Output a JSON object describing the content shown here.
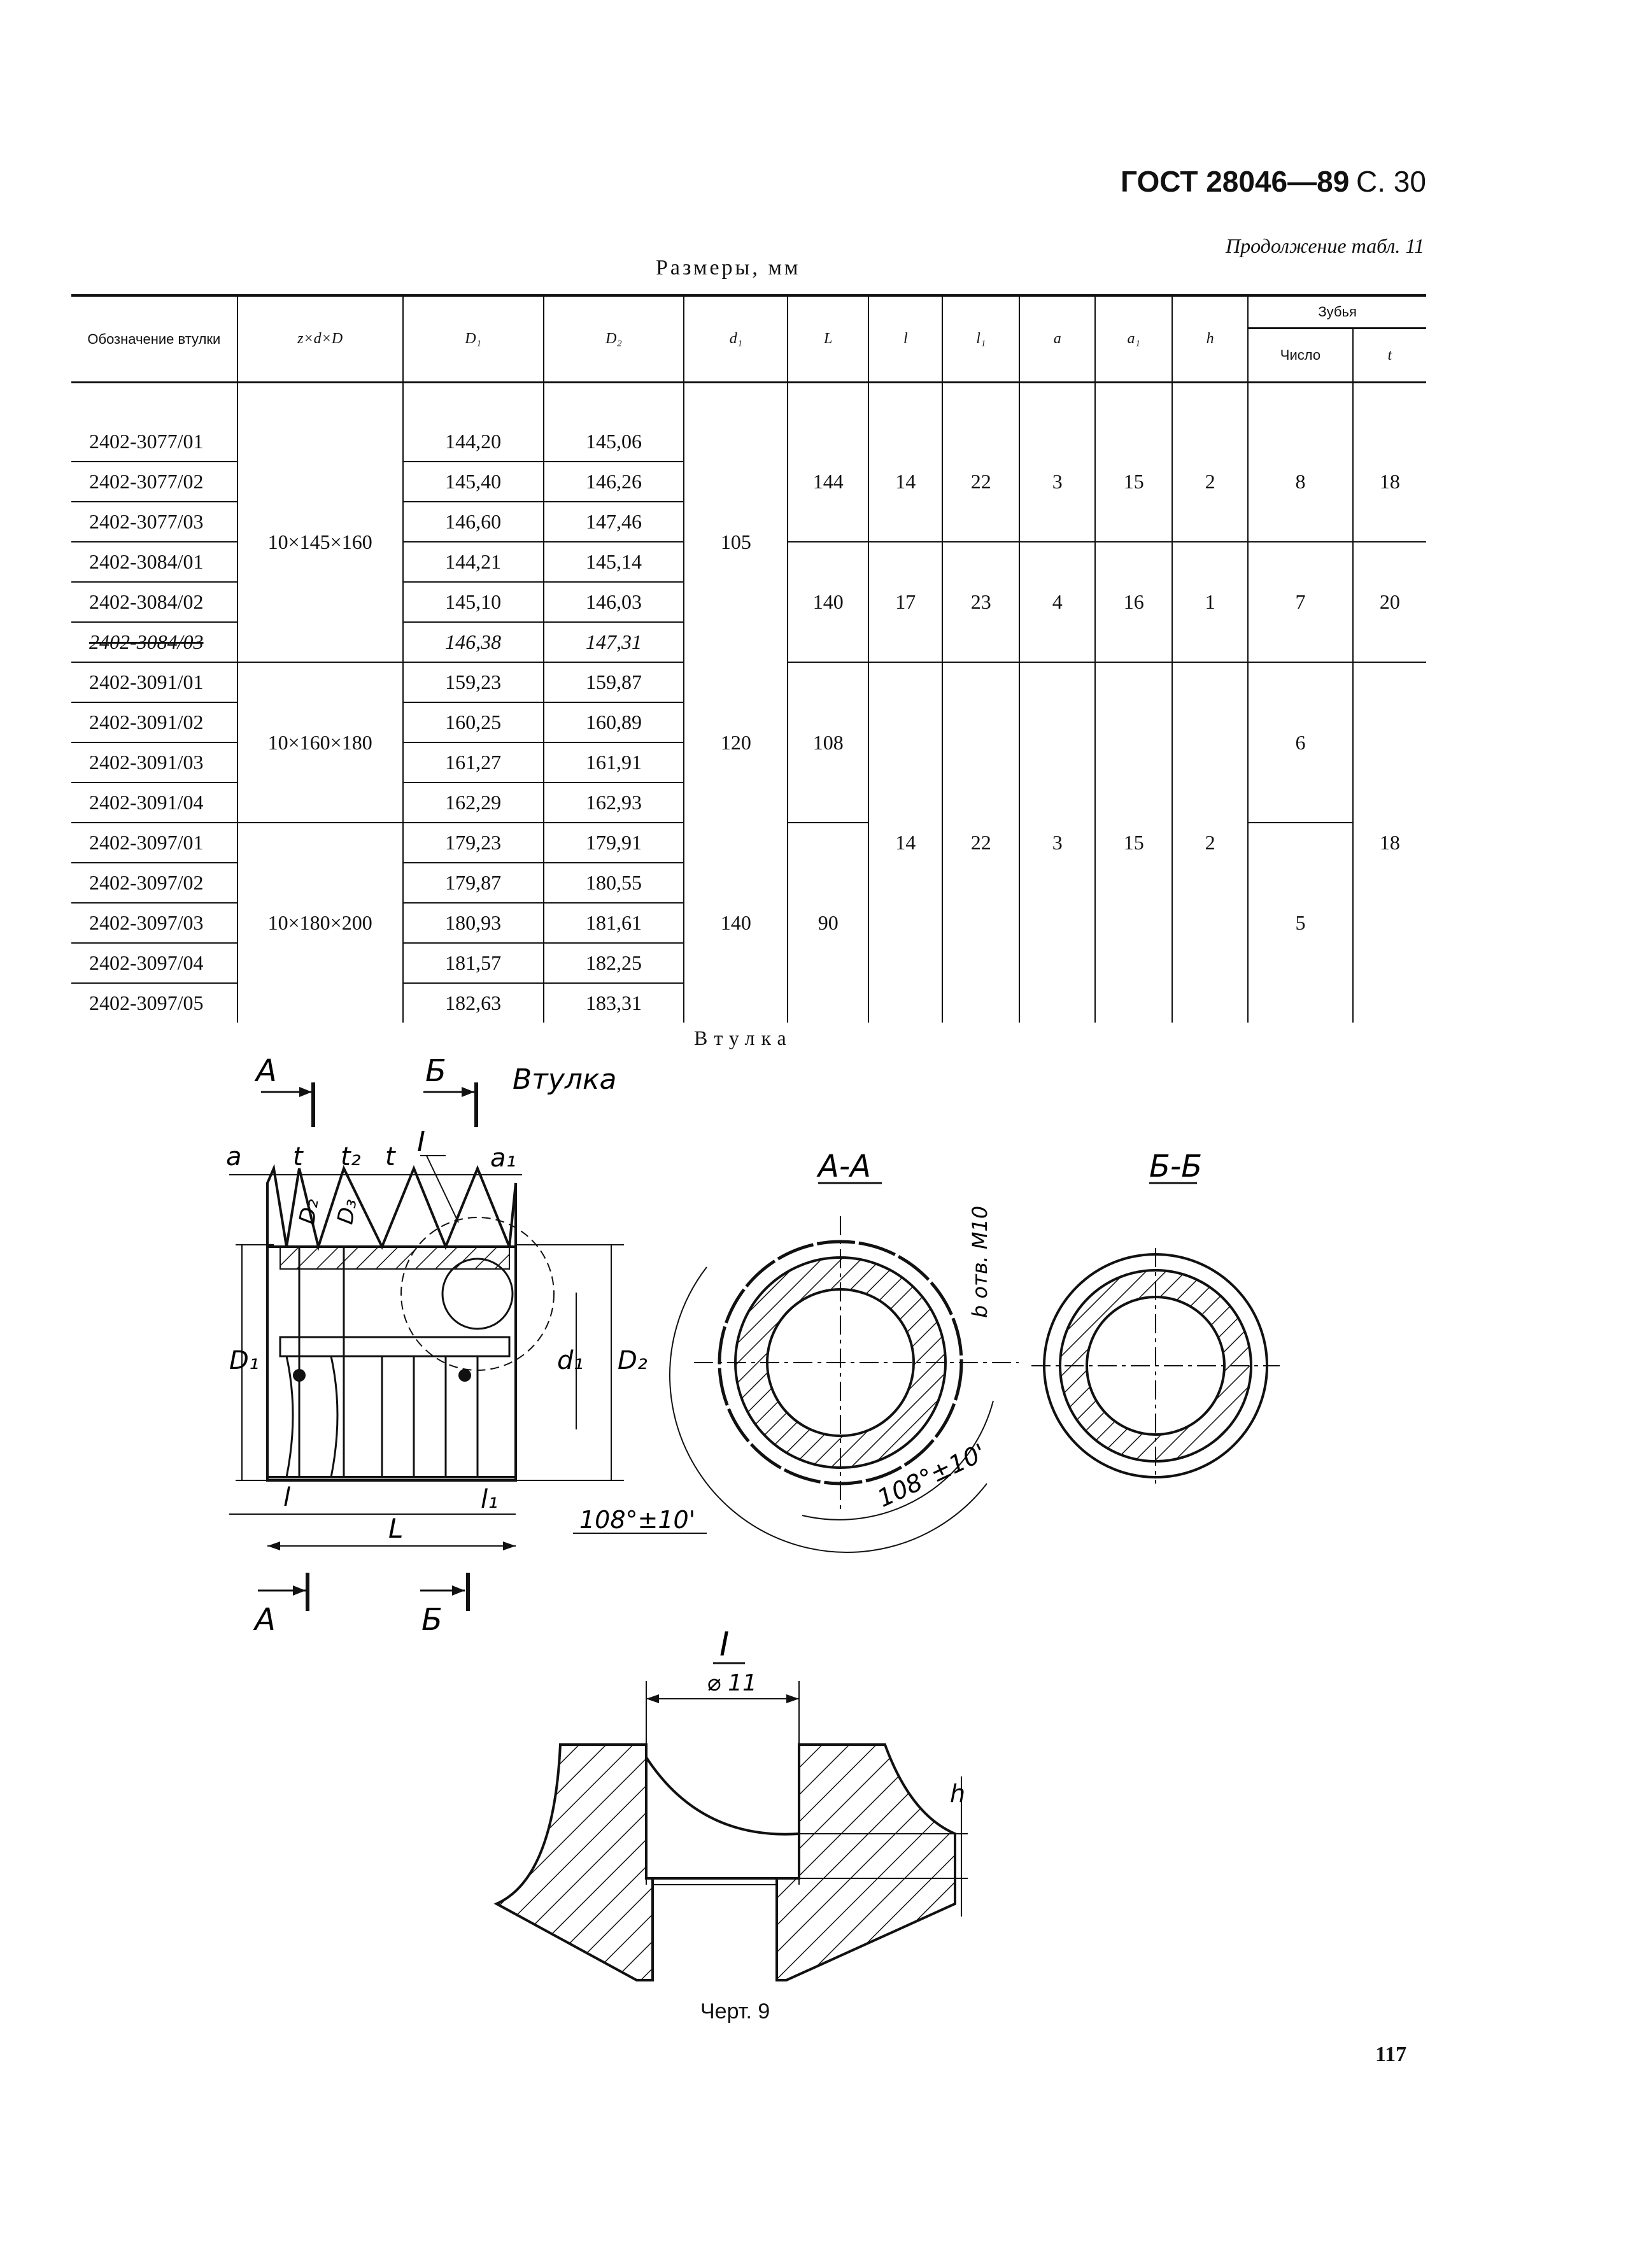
{
  "header": {
    "standard": "ГОСТ 28046—89",
    "page_ref": "С. 30",
    "continuation": "Продолжение табл. 11",
    "units": "Размеры, мм"
  },
  "table": {
    "columns": {
      "designation": "Обозначение втулки",
      "zdD": "z×d×D",
      "D1": "D₁",
      "D2": "D₂",
      "d1": "d₁",
      "L": "L",
      "l": "l",
      "l1": "l₁",
      "a": "a",
      "a1": "a₁",
      "h": "h",
      "teeth": "Зубья",
      "teeth_count": "Число",
      "t": "t"
    },
    "rows": [
      {
        "code": "2402-3077/01",
        "D1": "144,20",
        "D2": "145,06"
      },
      {
        "code": "2402-3077/02",
        "D1": "145,40",
        "D2": "146,26"
      },
      {
        "code": "2402-3077/03",
        "D1": "146,60",
        "D2": "147,46"
      },
      {
        "code": "2402-3084/01",
        "D1": "144,21",
        "D2": "145,14"
      },
      {
        "code": "2402-3084/02",
        "D1": "145,10",
        "D2": "146,03"
      },
      {
        "code": "2402-3084/03",
        "D1": "146,38",
        "D2": "147,31"
      },
      {
        "code": "2402-3091/01",
        "D1": "159,23",
        "D2": "159,87"
      },
      {
        "code": "2402-3091/02",
        "D1": "160,25",
        "D2": "160,89"
      },
      {
        "code": "2402-3091/03",
        "D1": "161,27",
        "D2": "161,91"
      },
      {
        "code": "2402-3091/04",
        "D1": "162,29",
        "D2": "162,93"
      },
      {
        "code": "2402-3097/01",
        "D1": "179,23",
        "D2": "179,91"
      },
      {
        "code": "2402-3097/02",
        "D1": "179,87",
        "D2": "180,55"
      },
      {
        "code": "2402-3097/03",
        "D1": "180,93",
        "D2": "181,61"
      },
      {
        "code": "2402-3097/04",
        "D1": "181,57",
        "D2": "182,25"
      },
      {
        "code": "2402-3097/05",
        "D1": "182,63",
        "D2": "183,31"
      }
    ],
    "groups": {
      "zdD": [
        "10×145×160",
        "10×160×180",
        "10×180×200"
      ],
      "d1": [
        "105",
        "120",
        "140"
      ],
      "L": [
        "144",
        "140",
        "108",
        "90"
      ],
      "l": [
        "14",
        "17",
        "14"
      ],
      "l1": [
        "22",
        "23",
        "22"
      ],
      "a": [
        "3",
        "4",
        "3"
      ],
      "a1": [
        "15",
        "16",
        "15"
      ],
      "h": [
        "2",
        "1",
        "2"
      ],
      "teeth_count": [
        "8",
        "7",
        "6",
        "5"
      ],
      "t": [
        "18",
        "20",
        "18"
      ]
    }
  },
  "drawing": {
    "title": "Втулка",
    "label_italic": "Втулка",
    "section_aa": "А-А",
    "section_bb": "Б-Б",
    "detail": "I",
    "letters": {
      "A": "А",
      "B": "Б"
    },
    "dims": {
      "a": "a",
      "t": "t",
      "t2": "t₂",
      "a1": "a₁",
      "D1": "D₁",
      "D2": "D₂",
      "D3": "D₃",
      "d1": "d₁",
      "l": "l",
      "l1": "l₁",
      "L": "L",
      "angle": "108°±10'",
      "hole": "b отв. М10",
      "dia": "⌀ 11",
      "h": "h"
    },
    "figure": "Черт. 9"
  },
  "page_number": "117"
}
